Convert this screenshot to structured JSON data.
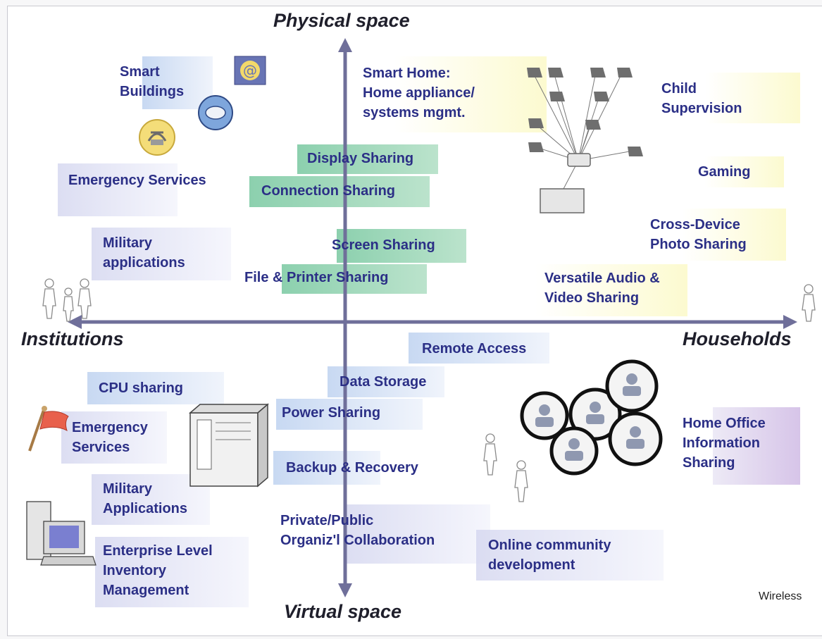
{
  "axes": {
    "top": "Physical space",
    "bottom": "Virtual space",
    "left": "Institutions",
    "right": "Households"
  },
  "items": {
    "smart_buildings": [
      "Smart",
      "Buildings"
    ],
    "emergency_services_top": "Emergency Services",
    "military_apps_top": [
      "Military",
      "applications"
    ],
    "smart_home": [
      "Smart Home:",
      "Home appliance/",
      "systems mgmt."
    ],
    "display_sharing": "Display Sharing",
    "connection_sharing": "Connection Sharing",
    "screen_sharing": "Screen Sharing",
    "file_printer_sharing": "File & Printer Sharing",
    "child_supervision": [
      "Child",
      "Supervision"
    ],
    "gaming": "Gaming",
    "cross_device": [
      "Cross-Device",
      "Photo Sharing"
    ],
    "versatile_av": [
      "Versatile Audio &",
      "Video Sharing"
    ],
    "remote_access": "Remote Access",
    "data_storage": "Data Storage",
    "power_sharing": "Power Sharing",
    "backup_recovery": "Backup & Recovery",
    "private_public": [
      "Private/Public",
      "Organiz'l Collaboration"
    ],
    "online_community": [
      "Online community",
      "development"
    ],
    "cpu_sharing": "CPU sharing",
    "emergency_services_bottom": [
      "Emergency",
      "Services"
    ],
    "military_apps_bottom": [
      "Military",
      "Applications"
    ],
    "enterprise_inventory": [
      "Enterprise Level",
      "Inventory",
      "Management"
    ],
    "home_office": [
      "Home Office",
      "Information",
      "Sharing"
    ]
  },
  "footer": "Wireless",
  "colors": {
    "label": "#2b2f86",
    "axis": "#6f6f9a",
    "axis_label": "#1f1f2b"
  },
  "icons": [
    "at-sign-icon",
    "satellite-dish-icon",
    "telephone-icon",
    "projector-network-icon",
    "screen-icon",
    "people-group-icon",
    "person-icon",
    "flag-icon",
    "server-tower-icon",
    "desktop-computer-icon",
    "video-conference-icon"
  ]
}
